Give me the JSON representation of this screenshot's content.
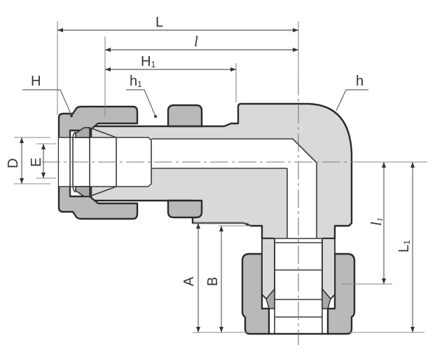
{
  "diagram": {
    "subject": "Compression tube fitting - union elbow (cross-section)",
    "colors": {
      "nut_fill": "#b9b9b9",
      "body_fill": "#d9d9d9",
      "outline": "#2a2a2a",
      "dimension_line": "#777777",
      "background": "#ffffff"
    },
    "dimensions": {
      "L": "L",
      "l": "l",
      "H1": "H",
      "H1_sub": "1",
      "H": "H",
      "h1": "h",
      "h1_sub": "1",
      "h": "h",
      "D": "D",
      "E": "E",
      "A": "A",
      "B": "B",
      "l1": "l",
      "l1_sub": "1",
      "L1": "L",
      "L1_sub": "1"
    },
    "components": [
      "nut H",
      "nut h1",
      "elbow body h",
      "ferrules",
      "tube"
    ]
  }
}
